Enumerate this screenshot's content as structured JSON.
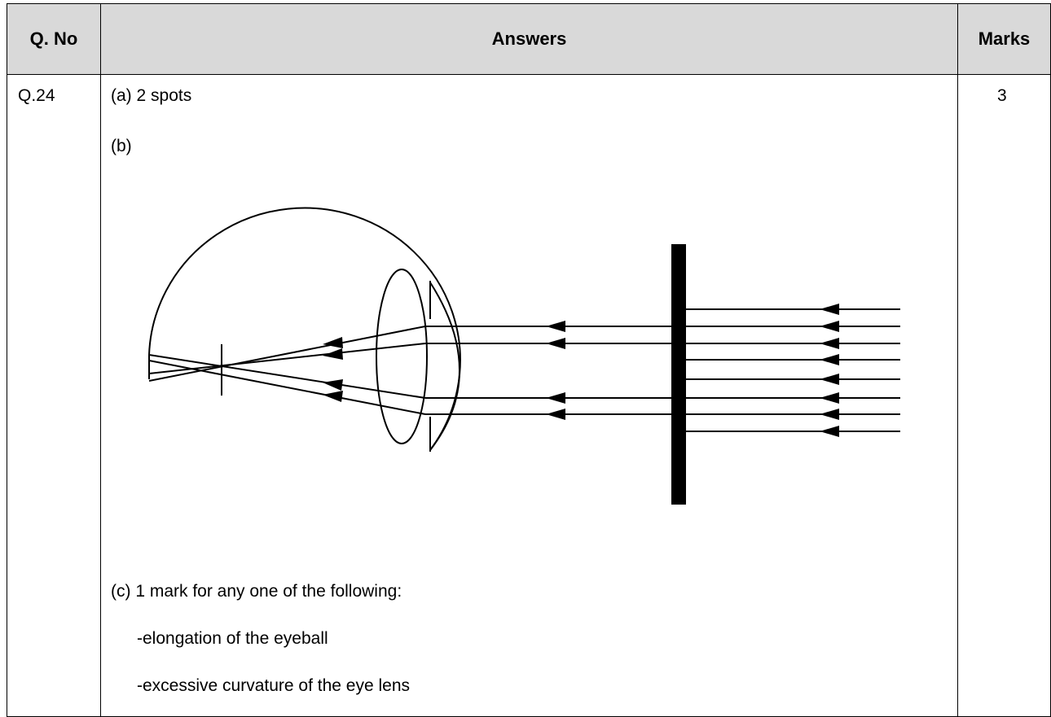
{
  "table": {
    "headers": {
      "qno": "Q. No",
      "answers": "Answers",
      "marks": "Marks"
    },
    "row": {
      "qno": "Q.24",
      "marks": "3",
      "answer_a": "(a) 2 spots",
      "answer_b": "(b)",
      "answer_c": "(c) 1 mark for any one of the following:",
      "options": [
        "-elongation of the eyeball",
        "-excessive curvature of the eye lens"
      ]
    }
  },
  "diagram": {
    "description_icon": "eye-ray-diagram"
  }
}
